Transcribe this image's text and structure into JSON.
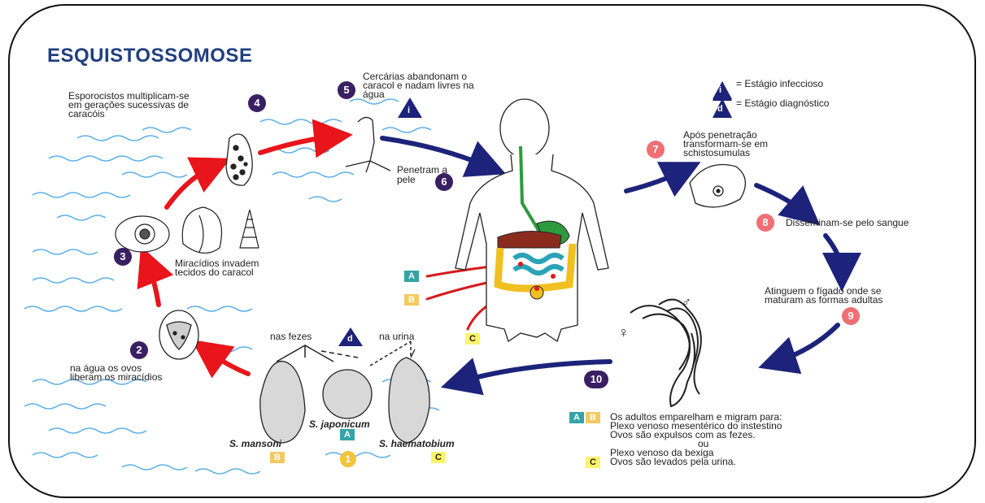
{
  "title": "ESQUISTOSSOMOSE",
  "legend": {
    "infectious": "= Estágio infeccioso",
    "diagnostic": "= Estágio diagnóstico",
    "infectious_symbol": "i",
    "diagnostic_symbol": "d"
  },
  "steps": {
    "s1": "1",
    "s2": "2",
    "s3": "3",
    "s4": "4",
    "s5": "5",
    "s6": "6",
    "s7": "7",
    "s8": "8",
    "s9": "9",
    "s10": "10"
  },
  "labels": {
    "step2_a": "na água os ovos",
    "step2_b": "liberam os miracídios",
    "step3_a": "Miracídios invadem",
    "step3_b": "tecidos do caracol",
    "step4_a": "Esporocistos multiplicam-se",
    "step4_b": "em gerações sucessivas de",
    "step4_c": "caracóis",
    "step5_a": "Cercárias abandonam o",
    "step5_b": "caracol e nadam livres na",
    "step5_c": "água",
    "step6_a": "Penetram a",
    "step6_b": "pele",
    "step7_a": "Após penetração",
    "step7_b": "transformam-se em",
    "step7_c": "schistosumulas",
    "step8": "Disseminam-se pelo sangue",
    "step9_a": "Atinguem o fígado onde se",
    "step9_b": "maturam as formas adultas",
    "nas_fezes": "nas fezes",
    "na_urina": "na urina",
    "female": "♀",
    "male": "♂"
  },
  "species": {
    "mansoni": "S. mansoni",
    "japonicum": "S. japonicum",
    "haematobium": "S. haematobium"
  },
  "codes": {
    "A": "A",
    "B": "B",
    "C": "C"
  },
  "note": {
    "line1": "Os adultos emparelham e migram para:",
    "line2": "Plexo venoso mesentérico do instestino",
    "line3": "Ovos são expulsos com as fezes.",
    "line4": "ou",
    "line5": "Plexo venoso da bexiga",
    "line6": "Ovos são levados pela urina."
  },
  "colors": {
    "title": "#1f3f80",
    "dark_badge": "#3a1f63",
    "red_badge": "#ef6f73",
    "red_arrow": "#e8151b",
    "blue_arrow": "#1d237a",
    "water": "#3aa0e8",
    "code_A": "#34a4a8",
    "code_B": "#f4c95f",
    "code_C": "#fff46b"
  }
}
